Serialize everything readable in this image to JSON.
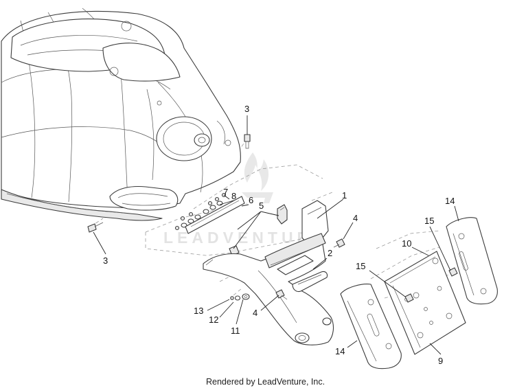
{
  "diagram": {
    "callouts": {
      "c1": "1",
      "c2": "2",
      "c3_top": "3",
      "c3_left": "3",
      "c4_right": "4",
      "c4_left": "4",
      "c5": "5",
      "c6": "6",
      "c7": "7",
      "c8": "8",
      "c9": "9",
      "c10": "10",
      "c11": "11",
      "c12": "12",
      "c13": "13",
      "c14_top": "14",
      "c14_bottom": "14",
      "c15_right": "15",
      "c15_left": "15"
    },
    "watermark": "LEADVENTURE",
    "footer": "Rendered by LeadVenture, Inc."
  }
}
